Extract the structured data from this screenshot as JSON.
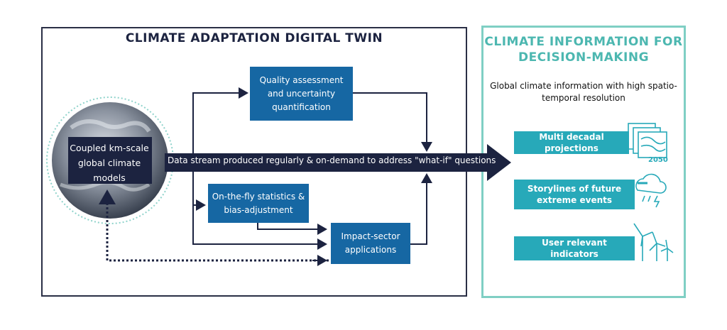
{
  "left_panel": {
    "title": "CLIMATE ADAPTATION DIGITAL TWIN",
    "globe_label": "Coupled km-scale global climate models",
    "main_arrow_label": "Data stream produced regularly & on-demand to address \"what-if\" questions",
    "boxes": {
      "quality": "Quality assessment and uncertainty quantification",
      "statistics": "On-the-fly statistics & bias-adjustment",
      "impact": "Impact-sector applications"
    }
  },
  "right_panel": {
    "title": "CLIMATE INFORMATION FOR DECISION-MAKING",
    "subtitle": "Global climate information with high spatio-temporal resolution",
    "outputs": [
      {
        "label": "Multi decadal projections",
        "icon": "map-icon",
        "tag": "2050"
      },
      {
        "label": "Storylines of future extreme events",
        "icon": "storm-cloud-icon"
      },
      {
        "label": "User relevant indicators",
        "icon": "wind-turbine-icon"
      }
    ]
  },
  "colors": {
    "navy": "#1c2340",
    "blue_box": "#1667a3",
    "teal_box": "#27a9b9",
    "teal_title": "#4cb7b0",
    "teal_border": "#7fcfc4"
  }
}
